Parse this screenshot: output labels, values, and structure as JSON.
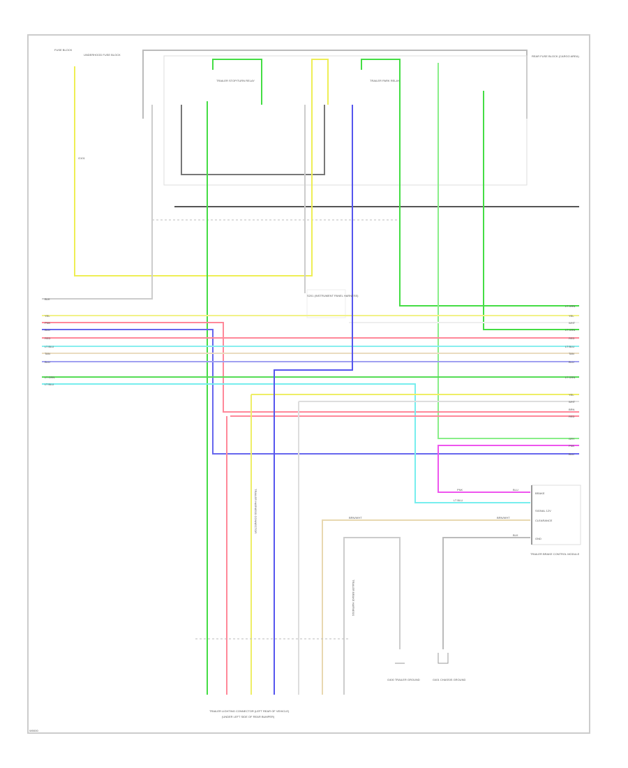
{
  "diagram": {
    "page_code": "W0000",
    "components": {
      "fuse_block": "FUSE BLOCK",
      "fuse_block_desc": "UNDERHOOD FUSE BLOCK",
      "ground_top": "G101",
      "relay_left": "TRAILER STOP/TURN RELAY",
      "relay_mid": "TRAILER PARK RELAY",
      "fuse_block_right": "REAR FUSE BLOCK (CARGO AREA)",
      "splice_center": "S201 (INSTRUMENT PANEL HARNESS)",
      "trailer_connector": "TRAILER LIGHTING CONNECTOR (LEFT REAR OF VEHICLE)",
      "trailer_connector_label_2": "(UNDER LEFT SIDE OF REAR BUMPER)",
      "brake_module": "TRAILER BRAKE CONTROL MODULE",
      "trailer_ground": "G400 TRAILER GROUND",
      "chassis_ground": "G401 CHASSIS GROUND",
      "wiring_harness_left": "TRAILER HARNESS CONNECTOR",
      "wiring_harness_mid": "TRAILER BRAKE HARNESS"
    },
    "right_bus_labels": [
      "LT GRN",
      "YEL",
      "WHT",
      "LT GRN",
      "RED",
      "LT BLU",
      "TAN",
      "BLU",
      "LT GRN",
      "YEL",
      "WHT",
      "BRN",
      "RED",
      "GRY",
      "PNK",
      "BLU"
    ],
    "left_bus_labels": [
      "BLK",
      "YEL",
      "PNK",
      "BLU",
      "RED",
      "LT BLU",
      "TAN",
      "BLU",
      "LT GRN",
      "LT BLU"
    ],
    "brake_module_pins": [
      "BRAKE",
      "SIGNAL 12V",
      "CLEARANCE",
      "GND"
    ],
    "brake_wire_labels": [
      "PNK",
      "BLU",
      "LT BLU",
      "BRN/WHT",
      "BRN/WHT",
      "BLK"
    ],
    "colors": {
      "green": "#44dd44",
      "yellow": "#eeee55",
      "red": "#ff7788",
      "blue": "#5555ee",
      "cyan": "#66eeee",
      "tan": "#e8d8b0",
      "purple": "#9999ee",
      "gray": "#aaaaaa",
      "black": "#555555",
      "magenta": "#ee55ee",
      "ltgreen": "#88ee88"
    }
  }
}
